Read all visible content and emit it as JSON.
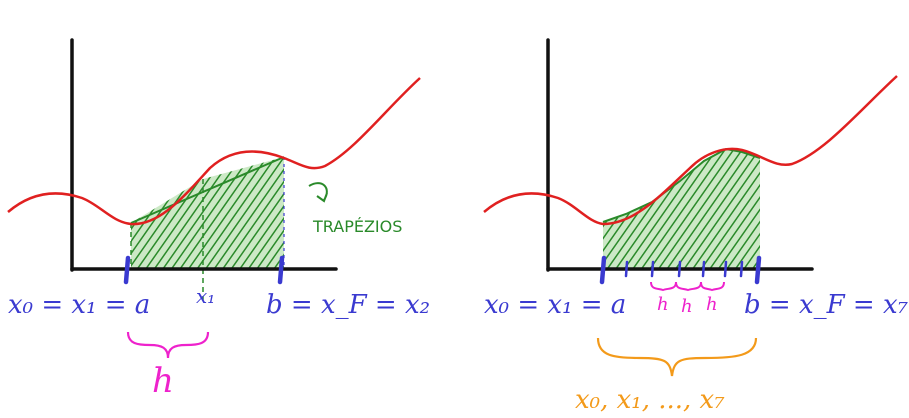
{
  "colors": {
    "axis": "#111111",
    "curve": "#e02020",
    "trapezoid": "#2a8a2a",
    "points": "#3a3ad0",
    "step": "#ee22cc",
    "set": "#f39a1a"
  },
  "left_panel": {
    "lbl_start": "x₀ = x₁ = a",
    "lbl_mid": "x₁",
    "lbl_end": "b = x_F = x₂",
    "lbl_step": "h",
    "lbl_method": "TRAPÉZIOS"
  },
  "right_panel": {
    "lbl_start": "x₀ = x₁ = a",
    "lbl_end": "b = x_F = x₇",
    "lbl_steps": [
      "h",
      "h",
      "h"
    ],
    "lbl_set": "x₀, x₁, ..., x₇"
  }
}
